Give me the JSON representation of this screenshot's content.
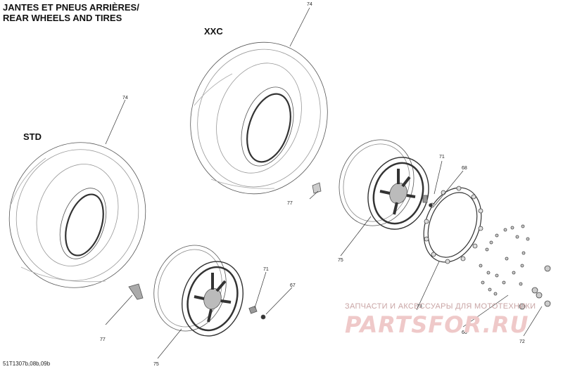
{
  "header": {
    "title_fr": "JANTES ET PNEUS ARRIÈRES/",
    "title_en": "REAR WHEELS AND TIRES"
  },
  "variants": {
    "xxc": "XXC",
    "std": "STD"
  },
  "callouts": {
    "tire_xxc": "74",
    "tire_std": "74",
    "valve_upper": "71",
    "valve_lower": "71",
    "ring_upper": "68",
    "cap_lower": "67",
    "weight_upper": "77",
    "weight_lower": "77",
    "rim_upper": "75",
    "rim_lower": "75",
    "rim_upper_ring": "73",
    "bolts": "72",
    "ring_sep": "66"
  },
  "footer": {
    "drawing_ref": "51T1307b,08b,09b"
  },
  "watermark": {
    "line1": "ЗАПЧАСТИ И АКСЕССУАРЫ ДЛЯ МОТОТЕХНИКИ",
    "line2": "PARTSFOR.RU"
  },
  "colors": {
    "line": "#555555",
    "watermark": "#e9b9b9"
  }
}
